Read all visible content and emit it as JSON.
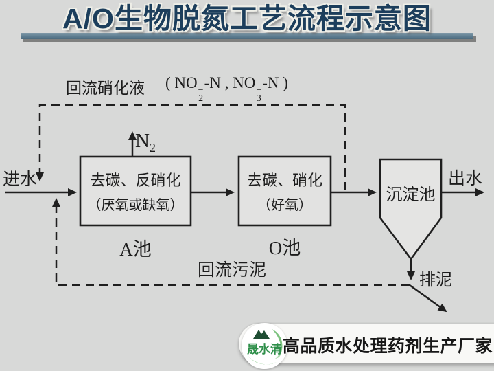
{
  "title": {
    "text": "A/O生物脱氮工艺流程示意图"
  },
  "diagram": {
    "labels": {
      "recycle_nitrified": "回流硝化液",
      "influent": "进水",
      "effluent": "出水",
      "a_pool": "A池",
      "o_pool": "O池",
      "settling_tank": "沉淀池",
      "return_sludge": "回流污泥",
      "sludge_discharge": "排泥"
    },
    "n2": {
      "symbol": "N",
      "subscript": "2"
    },
    "formula": {
      "open": "( ",
      "no1": "NO",
      "no1_sup": "−",
      "no1_sub": "2",
      "mid": "-N , ",
      "no2": "NO",
      "no2_sup": "−",
      "no2_sub": "3",
      "end": "-N )"
    },
    "anoxic_box": {
      "line1": "去碳、反硝化",
      "line2": "（厌氧或缺氧）"
    },
    "aerobic_box": {
      "line1": "去碳、硝化",
      "line2": "（好氧）"
    }
  },
  "footer": {
    "logo_text": "晟水清",
    "tagline": "高品质水处理药剂生产厂家"
  },
  "colors": {
    "background": "#d8d9d8",
    "title_navy": "#1c3e5c",
    "underline_bar": "#5e7e92",
    "stroke": "#1f1f1f",
    "footer_bg": "#f8f8f6",
    "logo_green_dark": "#1e4d33",
    "logo_green": "#2f8f4a",
    "logo_green_light": "#7cc27e"
  }
}
